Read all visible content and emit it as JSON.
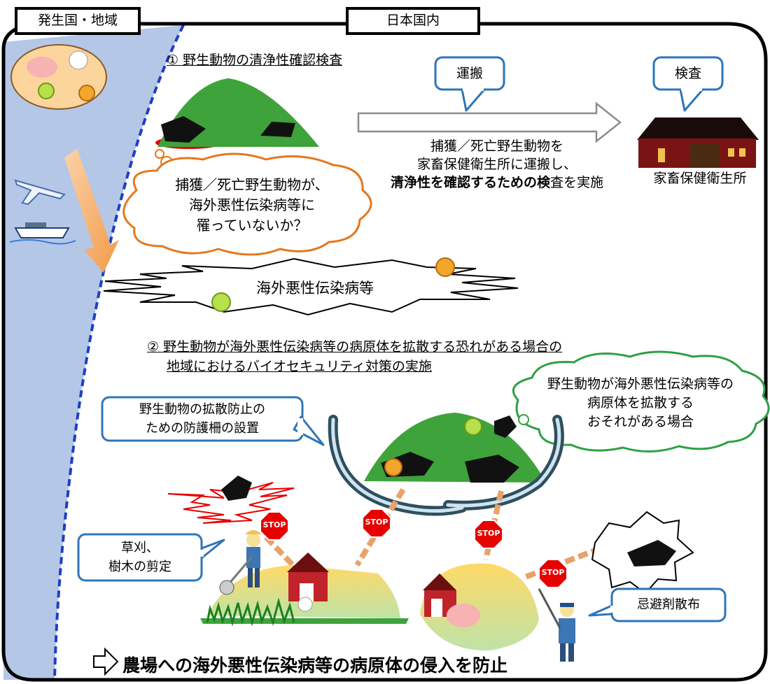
{
  "header": {
    "origin_label": "発生国・地域",
    "domestic_label": "日本国内"
  },
  "section1": {
    "title": "① 野生動物の清浄性確認検査",
    "transport_callout": "運搬",
    "inspection_callout": "検査",
    "thought_lines": [
      "捕獲／死亡野生動物が、",
      "海外悪性伝染病等に",
      "罹っていないか？"
    ],
    "desc_line1": "捕獲／死亡野生動物を",
    "desc_line2": "家畜保健衛生所に運搬し、",
    "desc_line3_bold": "清浄性を確認するための検",
    "desc_line3_rest": "査を実施",
    "facility_label": "家畜保健衛生所"
  },
  "disease_label": "海外悪性伝染病等",
  "section2": {
    "title_line1": "② 野生動物が海外悪性伝染病等の病原体を拡散する恐れがある場合の",
    "title_line2": "地域におけるバイオセキュリティ対策の実施",
    "fence_callout_lines": [
      "野生動物の拡散防止の",
      "ための防護柵の設置"
    ],
    "risk_cloud_lines": [
      "野生動物が海外悪性伝染病等の",
      "病原体を拡散する",
      "おそれがある場合"
    ],
    "mowing_callout_lines": [
      "草刈、",
      "樹木の剪定"
    ],
    "repellent_callout": "忌避剤散布",
    "stop_sign_text": "STOP"
  },
  "conclusion": "農場への海外悪性伝染病等の病原体の侵入を防止",
  "colors": {
    "origin_region": "#b4c7e7",
    "border_dash": "#1f3fbf",
    "thought_cloud": "#e5781e",
    "risk_cloud": "#2ea043",
    "callout": "#2e75b6",
    "stop_red": "#e60000",
    "hill_green": "#3ea33a",
    "arrow_orange": "#f5a85c"
  }
}
